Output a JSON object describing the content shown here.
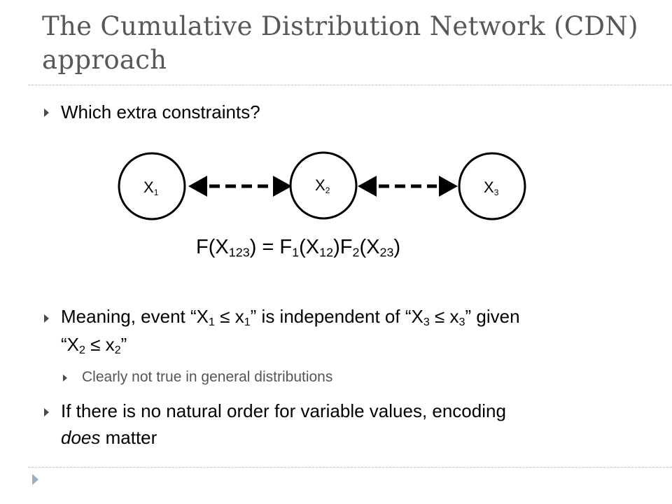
{
  "title": "The Cumulative Distribution Network (CDN) approach",
  "bullets": {
    "b1": "Which extra constraints?",
    "b2": {
      "p1": "Meaning, event “X",
      "s1": "1",
      "p2": " ≤ x",
      "s2": "1",
      "p3": "” is independent of “X",
      "s3": "3",
      "p4": " ≤ x",
      "s4": "3",
      "p5": "” given",
      "p6": "“X",
      "s5": "2",
      "p7": " ≤ x",
      "s6": "2",
      "p8": "”"
    },
    "b2_sub": "Clearly not true in general distributions",
    "b3": {
      "p1": "If there is no natural order for variable values, encoding",
      "em": "does",
      "p2": " matter"
    }
  },
  "diagram": {
    "nodes": [
      {
        "label": "X",
        "sub": "1"
      },
      {
        "label": "X",
        "sub": "2"
      },
      {
        "label": "X",
        "sub": "3"
      }
    ]
  },
  "formula": {
    "a": "F(X",
    "a_sub": "123",
    "b": ") = F",
    "b_sub": "1",
    "c": "(X",
    "c_sub": "12",
    "d": ")F",
    "d_sub": "2",
    "e": "(X",
    "e_sub": "23",
    "f": ")"
  }
}
